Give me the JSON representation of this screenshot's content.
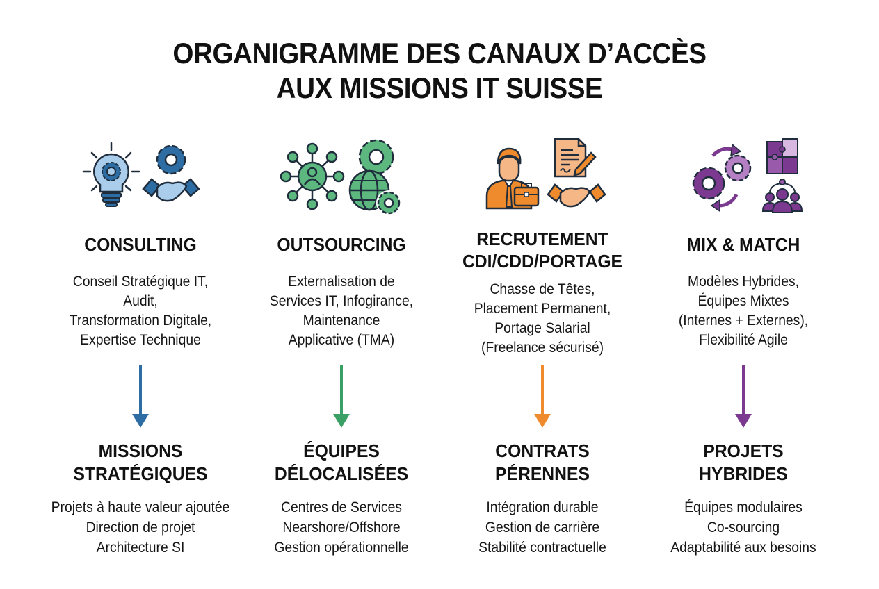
{
  "title": {
    "line1": "ORGANIGRAMME DES CANAUX D’ACCÈS",
    "line2": "AUX MISSIONS IT SUISSE"
  },
  "colors": {
    "consulting": "#2e6da4",
    "outsourcing": "#3aa065",
    "recrutement": "#ef8b2c",
    "mix": "#7b3a8f"
  },
  "channels": [
    {
      "key": "consulting",
      "icon": "lightbulb-gear-handshake-icon",
      "title_lines": [
        "CONSULTING"
      ],
      "desc_lines": [
        "Conseil Stratégique IT,",
        "Audit,",
        "Transformation Digitale,",
        "Expertise Technique"
      ],
      "outcome": {
        "title_lines": [
          "MISSIONS",
          "STRATÉGIQUES"
        ],
        "desc_lines": [
          "Projets à haute valeur ajoutée",
          "Direction de projet",
          "Architecture SI"
        ]
      }
    },
    {
      "key": "outsourcing",
      "icon": "network-globe-gears-icon",
      "title_lines": [
        "OUTSOURCING"
      ],
      "desc_lines": [
        "Externalisation de",
        "Services IT, Infogirance,",
        "Maintenance",
        "Applicative (TMA)"
      ],
      "outcome": {
        "title_lines": [
          "ÉQUIPES",
          "DÉLOCALISÉES"
        ],
        "desc_lines": [
          "Centres de Services",
          "Nearshore/Offshore",
          "Gestion opérationnelle"
        ]
      }
    },
    {
      "key": "recrutement",
      "icon": "recruiter-contract-handshake-icon",
      "title_lines": [
        "RECRUTEMENT",
        "CDI/CDD/PORTAGE"
      ],
      "desc_lines": [
        "Chasse de Têtes,",
        "Placement Permanent,",
        "Portage Salarial",
        "(Freelance sécurisé)"
      ],
      "outcome": {
        "title_lines": [
          "CONTRATS",
          "PÉRENNES"
        ],
        "desc_lines": [
          "Intégration durable",
          "Gestion de carrière",
          "Stabilité contractuelle"
        ]
      }
    },
    {
      "key": "mix",
      "icon": "gears-puzzle-team-icon",
      "title_lines": [
        "MIX & MATCH"
      ],
      "desc_lines": [
        "Modèles Hybrides,",
        "Équipes Mixtes",
        "(Internes + Externes),",
        "Flexibilité Agile"
      ],
      "outcome": {
        "title_lines": [
          "PROJETS",
          "HYBRIDES"
        ],
        "desc_lines": [
          "Équipes modulaires",
          "Co-sourcing",
          "Adaptabilité aux besoins"
        ]
      }
    }
  ]
}
